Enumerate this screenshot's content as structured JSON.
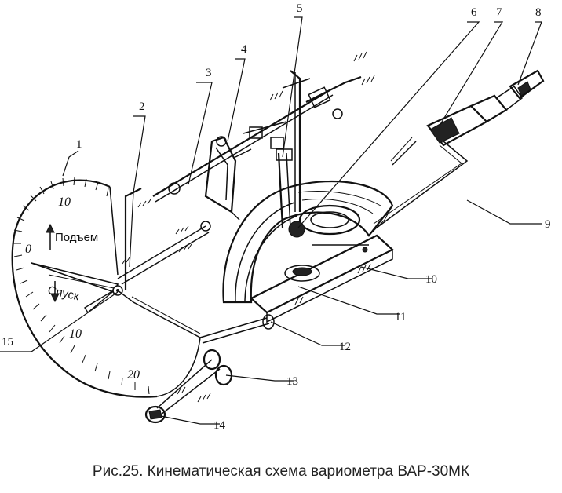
{
  "figure": {
    "caption": "Рис.25. Кинематическая схема вариометра ВАР-30МК"
  },
  "dial": {
    "labels": {
      "up": "Подъем",
      "down": "Спуск"
    },
    "scale_numbers": [
      "10",
      "0",
      "10",
      "20"
    ]
  },
  "callouts": [
    "1",
    "2",
    "3",
    "4",
    "5",
    "6",
    "7",
    "8",
    "9",
    "10",
    "11",
    "12",
    "13",
    "14",
    "15"
  ]
}
